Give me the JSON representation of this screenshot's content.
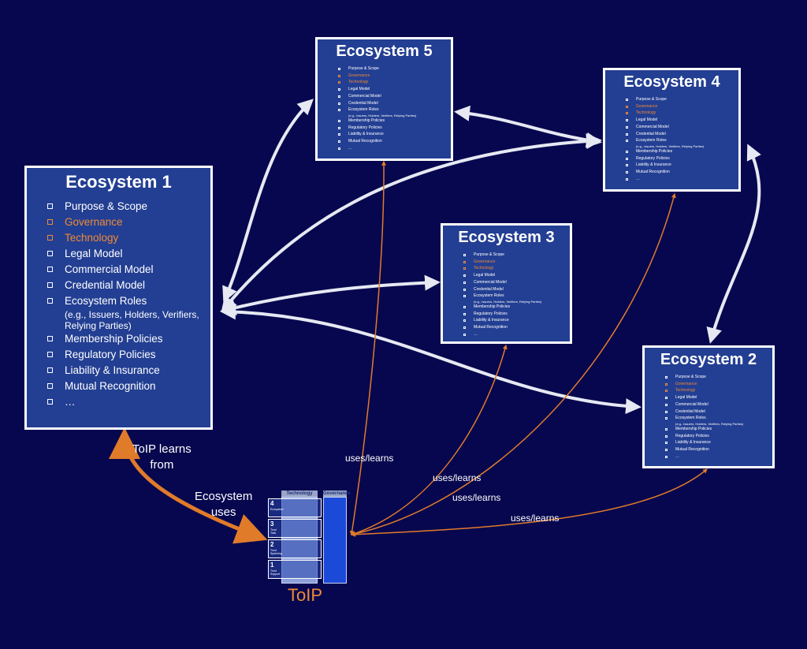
{
  "ecosystem1": {
    "title": "Ecosystem 1",
    "items": [
      {
        "label": "Purpose & Scope",
        "hl": false
      },
      {
        "label": "Governance",
        "hl": true
      },
      {
        "label": "Technology",
        "hl": true
      },
      {
        "label": "Legal Model",
        "hl": false
      },
      {
        "label": "Commercial Model",
        "hl": false
      },
      {
        "label": "Credential Model",
        "hl": false
      },
      {
        "label": "Ecosystem Roles",
        "sub": "(e.g., Issuers, Holders, Verifiers, Relying Parties)",
        "hl": false
      },
      {
        "label": "Membership Policies",
        "hl": false
      },
      {
        "label": "Regulatory Policies",
        "hl": false
      },
      {
        "label": "Liability & Insurance",
        "hl": false
      },
      {
        "label": "Mutual Recognition",
        "hl": false
      },
      {
        "label": "…",
        "hl": false
      }
    ]
  },
  "ecosystem2": {
    "title": "Ecosystem 2"
  },
  "ecosystem3": {
    "title": "Ecosystem 3"
  },
  "ecosystem4": {
    "title": "Ecosystem 4"
  },
  "ecosystem5": {
    "title": "Ecosystem 5"
  },
  "small_items": [
    {
      "label": "Purpose & Scope",
      "hl": false
    },
    {
      "label": "Governance",
      "hl": true
    },
    {
      "label": "Technology",
      "hl": true
    },
    {
      "label": "Legal Model",
      "hl": false
    },
    {
      "label": "Commercial Model",
      "hl": false
    },
    {
      "label": "Credential Model",
      "hl": false
    },
    {
      "label": "Ecosystem Roles",
      "sub": "(e.g., Issuers, Holders, Verifiers, Relying Parties)",
      "hl": false
    },
    {
      "label": "Membership Policies",
      "hl": false
    },
    {
      "label": "Regulatory Policies",
      "hl": false
    },
    {
      "label": "Liability & Insurance",
      "hl": false
    },
    {
      "label": "Mutual Recognition",
      "hl": false
    },
    {
      "label": "…",
      "hl": false
    }
  ],
  "labels": {
    "toip_learns_line1": "ToIP learns",
    "toip_learns_line2": "from",
    "ecosystem_uses_line1": "Ecosystem",
    "ecosystem_uses_line2": "uses",
    "uses_learns": "uses/learns"
  },
  "toip": {
    "label": "ToIP",
    "col_technology": "Technology",
    "col_governance": "Governance",
    "layers": [
      {
        "num": "4",
        "name": "Ecosystem"
      },
      {
        "num": "3",
        "name": "Trust Task"
      },
      {
        "num": "2",
        "name": "Trust Spanning"
      },
      {
        "num": "1",
        "name": "Trust Support"
      }
    ]
  },
  "colors": {
    "background": "#07074f",
    "box": "#233f93",
    "highlight": "#ef8a35",
    "arrow_white": "#e6e9f2",
    "arrow_orange": "#e07b2a"
  }
}
